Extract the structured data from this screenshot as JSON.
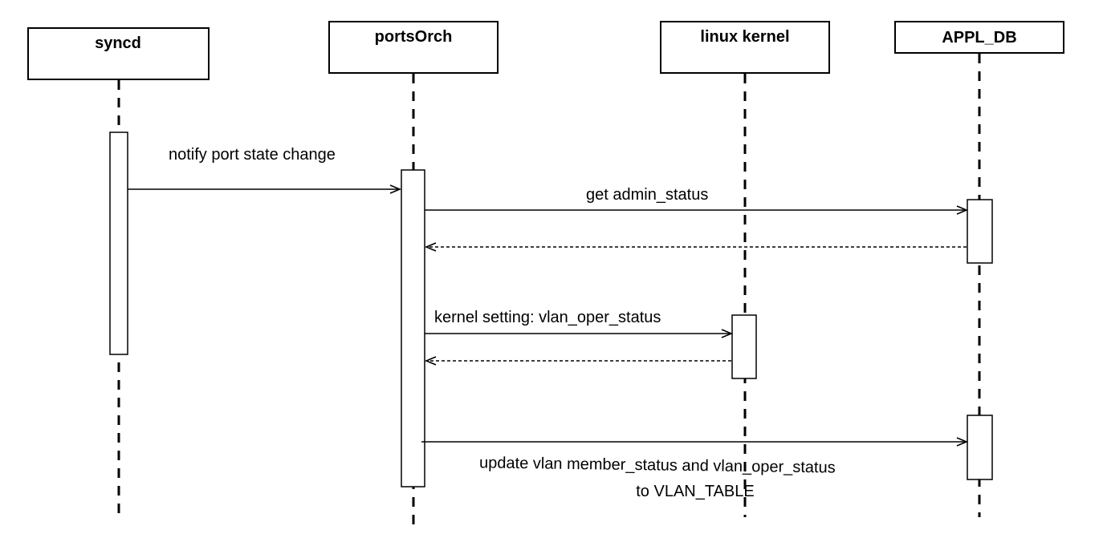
{
  "participants": [
    {
      "id": "syncd",
      "label": "syncd"
    },
    {
      "id": "portsorch",
      "label": "portsOrch"
    },
    {
      "id": "kernel",
      "label": "linux kernel"
    },
    {
      "id": "appldb",
      "label": "APPL_DB"
    }
  ],
  "messages": [
    {
      "id": "m1",
      "label": "notify port state change",
      "type": "call"
    },
    {
      "id": "m2",
      "label": "get admin_status",
      "type": "call"
    },
    {
      "id": "m3",
      "label": "",
      "type": "reply"
    },
    {
      "id": "m4",
      "label": "kernel setting: vlan_oper_status",
      "type": "call"
    },
    {
      "id": "m5",
      "label": "",
      "type": "reply"
    },
    {
      "id": "m6",
      "label_line1": "update vlan member_status and vlan_oper_status",
      "label_line2": "to VLAN_TABLE",
      "type": "call"
    }
  ]
}
